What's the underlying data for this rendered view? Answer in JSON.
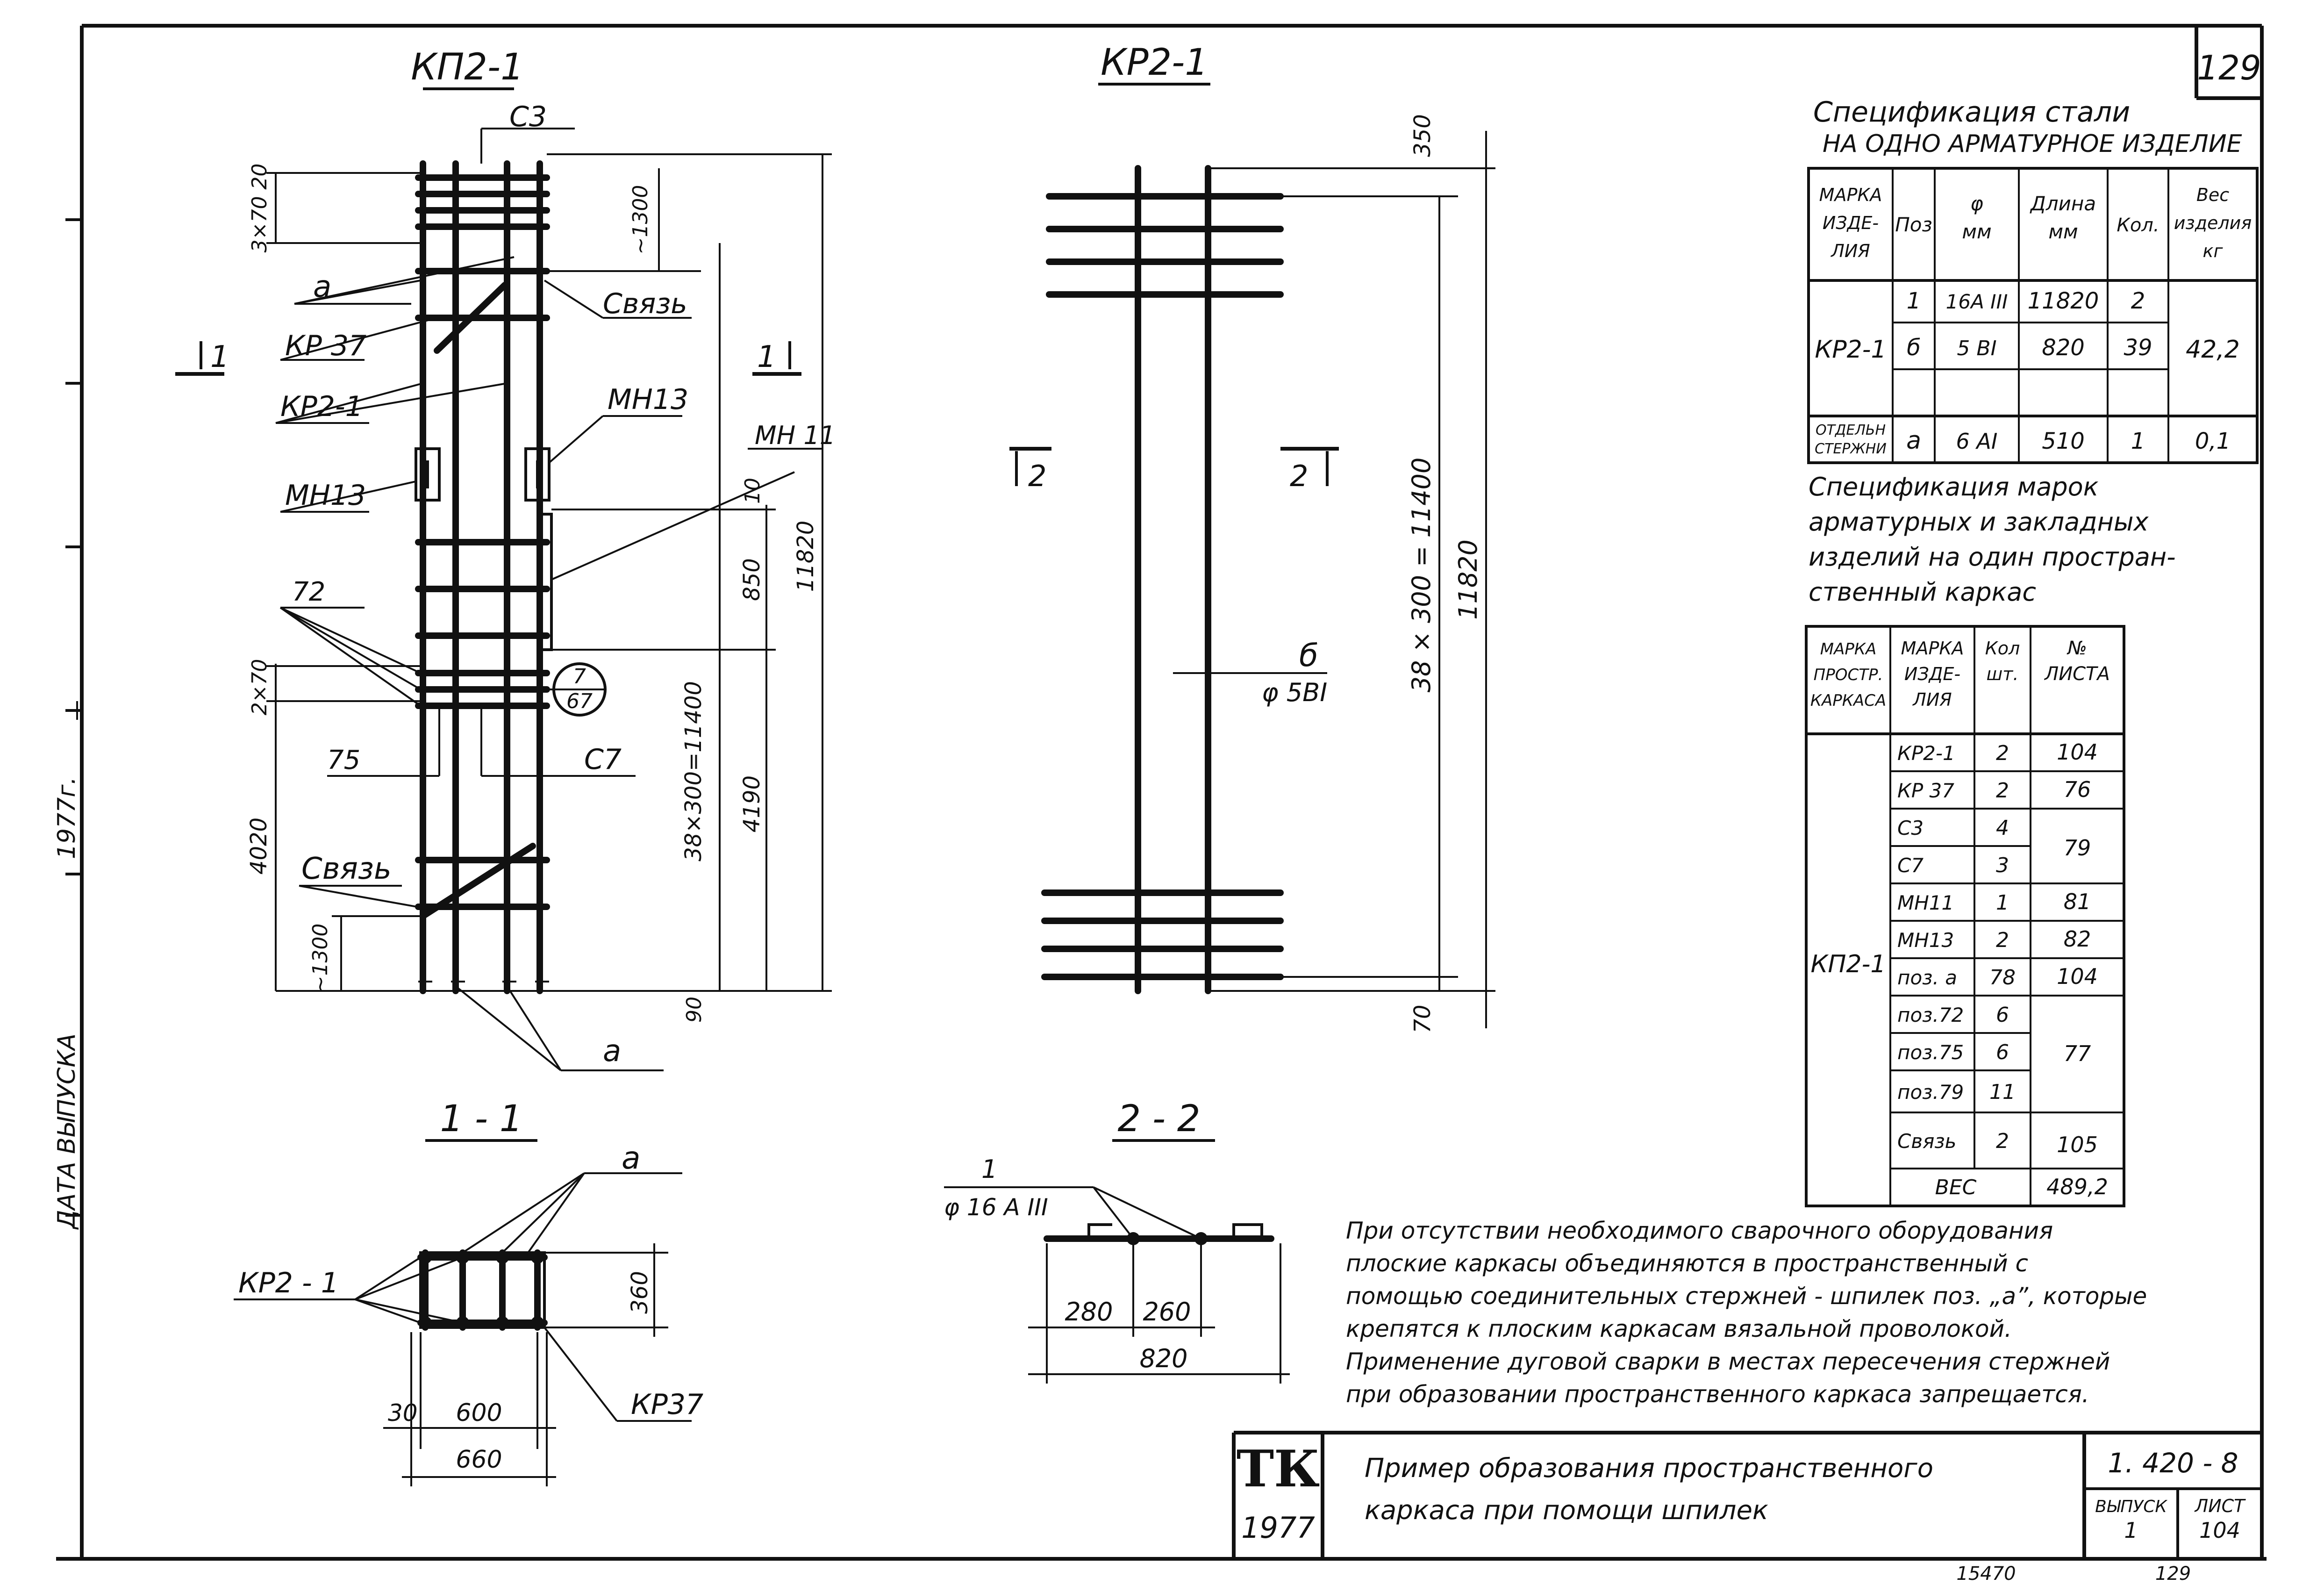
{
  "sheet_number": "129",
  "side_stamp": {
    "year": "1977г.",
    "release_label": "ДАТА ВЫПУСКА"
  },
  "view_kp": {
    "title": "КП2-1",
    "labels": {
      "c3": "С3",
      "a_top": "а",
      "svyaz_top": "Связь",
      "kp37": "КР 37",
      "kr21": "КР2-1",
      "mh13_left": "МН13",
      "mh13_right": "МН13",
      "mh11": "МН 11",
      "p72": "72",
      "p75": "75",
      "c7": "С7",
      "svyaz_bottom": "Связь",
      "a_bottom": "а",
      "sect_left": "1",
      "sect_right": "1",
      "callout_top": "7",
      "callout_bottom": "67"
    },
    "dims": {
      "top_rows": "3×70 20",
      "d1300_top": "~1300",
      "d10": "10",
      "d850": "850",
      "d11820": "11820",
      "d2x70": "2×70",
      "d4020": "4020",
      "d38x300": "38×300=11400",
      "d4190": "4190",
      "d1300_bottom": "~1300",
      "d90": "90"
    }
  },
  "view_kr": {
    "title": "КР2-1",
    "dims": {
      "d350": "350",
      "d38x300": "38 × 300 = 11400",
      "d11820": "11820",
      "d70": "70"
    },
    "labels": {
      "pos_b": "б",
      "phi_b": "φ 5ВI",
      "sect_left": "2",
      "sect_right": "2"
    }
  },
  "section_11": {
    "title": "1 - 1",
    "labels": {
      "a": "а",
      "kr21": "КР2 - 1",
      "kr37": "КР37"
    },
    "dims": {
      "d360": "360",
      "d30": "30",
      "d600": "600",
      "d660": "660"
    }
  },
  "section_22": {
    "title": "2 - 2",
    "labels": {
      "pos1": "1",
      "phi": "φ 16 A III"
    },
    "dims": {
      "d280": "280",
      "d260": "260",
      "d820": "820"
    }
  },
  "steel_spec": {
    "title": "Спецификация   стали",
    "subtitle": "НА ОДНО АРМАТУРНОЕ ИЗДЕЛИЕ",
    "headers": [
      "МАРКА ИЗДЕ- ЛИЯ",
      "Поз",
      "φ мм",
      "Длина мм",
      "Кол.",
      "Вес изделия кг"
    ],
    "mark": "КР2-1",
    "rows": [
      [
        "1",
        "16A III",
        "11820",
        "2"
      ],
      [
        "б",
        "5 ВI",
        "820",
        "39"
      ]
    ],
    "weight": "42,2",
    "separate_label": "ОТДЕЛЬН СТЕРЖНИ",
    "separate": [
      "а",
      "6 AI",
      "510",
      "1",
      "0,1"
    ]
  },
  "marks_spec": {
    "title_lines": [
      "Спецификация  марок",
      "арматурных  и закладных",
      "изделий на один простран-",
      "ственный  каркас"
    ],
    "headers": [
      "МАРКА ПРОСТР. КАРКАСА",
      "МАРКА ИЗДЕ- ЛИЯ",
      "Кол шт.",
      "№ ЛИСТА"
    ],
    "frame_mark": "КП2-1",
    "rows": [
      [
        "КР2-1",
        "2"
      ],
      [
        "КР 37",
        "2"
      ],
      [
        "С3",
        "4"
      ],
      [
        "С7",
        "3"
      ],
      [
        "МН11",
        "1"
      ],
      [
        "МН13",
        "2"
      ],
      [
        "поз. а",
        "78"
      ],
      [
        "поз.72",
        "6"
      ],
      [
        "поз.75",
        "6"
      ],
      [
        "поз.79",
        "11"
      ],
      [
        "Связь",
        "2"
      ]
    ],
    "sheets": [
      "104",
      "76",
      "79",
      "81",
      "82",
      "104",
      "77",
      "105"
    ],
    "total_label": "ВЕС",
    "total": "489,2"
  },
  "note_lines": [
    "При отсутствии   необходимого сварочного оборудования",
    "плоские каркасы объединяются в пространственный  с",
    "помощью соединительных стержней - шпилек поз. „а”, которые",
    "крепятся к плоским каркасам вязальной проволокой.",
    "Применение дуговой сварки в  местах пересечения стержней",
    "при образовании пространственного каркаса запрещается."
  ],
  "title_block": {
    "logo": "ТК",
    "year": "1977",
    "title_line1": "Пример   образования   пространственного",
    "title_line2": "каркаса   при  помощи    шпилек",
    "code": "1. 420 - 8",
    "issue_label": "ВЫПУСК",
    "issue": "1",
    "sheet_label": "ЛИСТ",
    "sheet": "104"
  },
  "footer_numbers": {
    "inventory": "15470",
    "page": "129"
  }
}
